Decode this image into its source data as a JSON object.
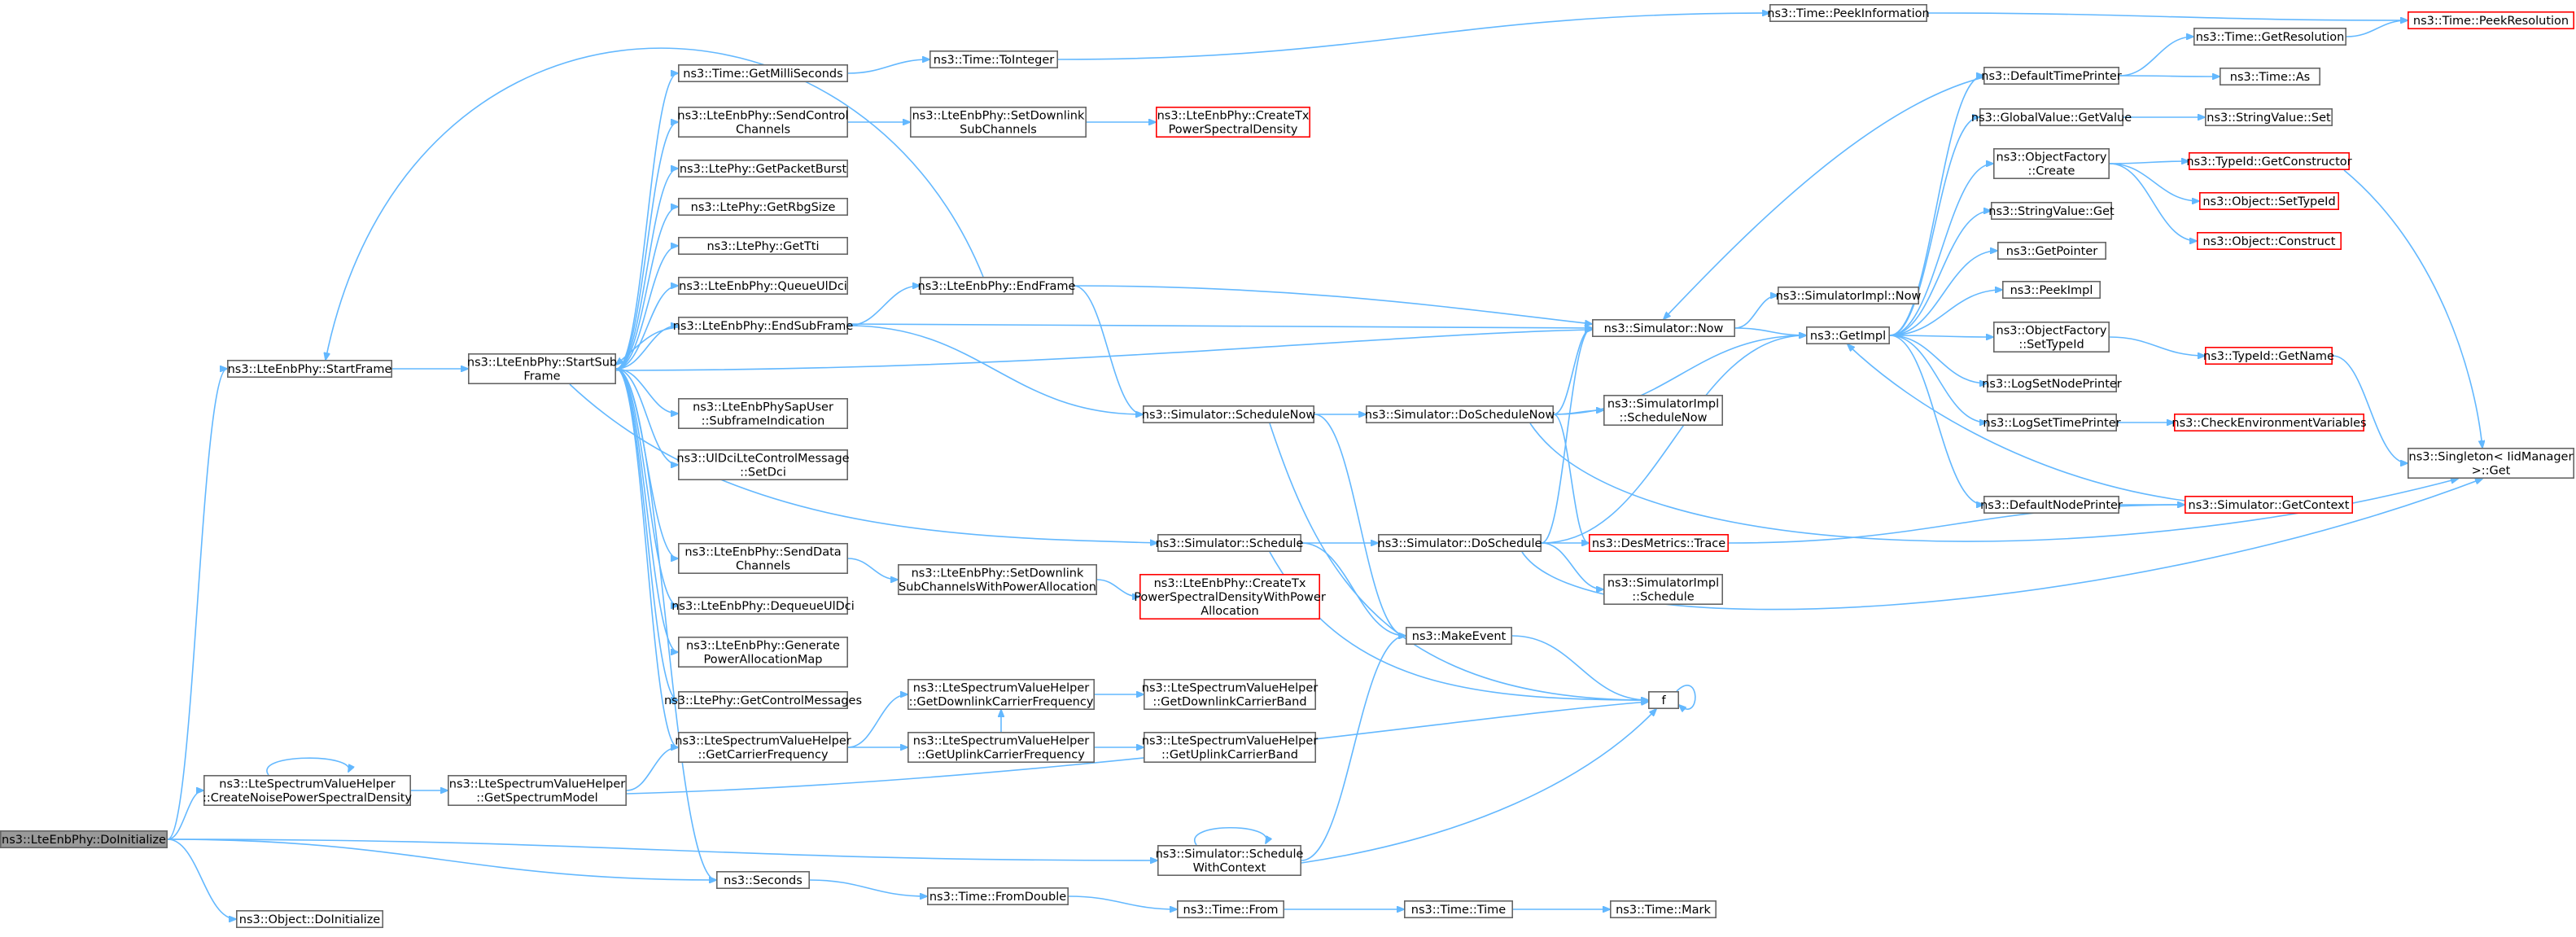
{
  "diagram": {
    "type": "call-graph",
    "edge_color": "#63b8ff",
    "node_border": "#666666",
    "root_fill": "#999999",
    "truncated_border": "#ff0000",
    "nodes": [
      {
        "id": "doinit",
        "lines": [
          "ns3::LteEnbPhy::DoInitialize"
        ],
        "style": "root"
      },
      {
        "id": "startframe",
        "lines": [
          "ns3::LteEnbPhy::StartFrame"
        ],
        "style": "normal"
      },
      {
        "id": "createnoise",
        "lines": [
          "ns3::LteSpectrumValueHelper",
          "::CreateNoisePowerSpectralDensity"
        ],
        "style": "normal"
      },
      {
        "id": "objdoinit",
        "lines": [
          "ns3::Object::DoInitialize"
        ],
        "style": "normal"
      },
      {
        "id": "startsub",
        "lines": [
          "ns3::LteEnbPhy::StartSub",
          "Frame"
        ],
        "style": "normal"
      },
      {
        "id": "getspectrum",
        "lines": [
          "ns3::LteSpectrumValueHelper",
          "::GetSpectrumModel"
        ],
        "style": "normal"
      },
      {
        "id": "getms",
        "lines": [
          "ns3::Time::GetMilliSeconds"
        ],
        "style": "normal"
      },
      {
        "id": "sendctrl",
        "lines": [
          "ns3::LteEnbPhy::SendControl",
          "Channels"
        ],
        "style": "normal"
      },
      {
        "id": "getpb",
        "lines": [
          "ns3::LtePhy::GetPacketBurst"
        ],
        "style": "normal"
      },
      {
        "id": "getrbg",
        "lines": [
          "ns3::LtePhy::GetRbgSize"
        ],
        "style": "normal"
      },
      {
        "id": "gettti",
        "lines": [
          "ns3::LtePhy::GetTti"
        ],
        "style": "normal"
      },
      {
        "id": "queueul",
        "lines": [
          "ns3::LteEnbPhy::QueueUlDci"
        ],
        "style": "normal"
      },
      {
        "id": "endsub",
        "lines": [
          "ns3::LteEnbPhy::EndSubFrame"
        ],
        "style": "normal"
      },
      {
        "id": "subind",
        "lines": [
          "ns3::LteEnbPhySapUser",
          "::SubframeIndication"
        ],
        "style": "normal"
      },
      {
        "id": "setdci",
        "lines": [
          "ns3::UlDciLteControlMessage",
          "::SetDci"
        ],
        "style": "normal"
      },
      {
        "id": "senddata",
        "lines": [
          "ns3::LteEnbPhy::SendData",
          "Channels"
        ],
        "style": "normal"
      },
      {
        "id": "dequeue",
        "lines": [
          "ns3::LteEnbPhy::DequeueUlDci"
        ],
        "style": "normal"
      },
      {
        "id": "genpower",
        "lines": [
          "ns3::LteEnbPhy::Generate",
          "PowerAllocationMap"
        ],
        "style": "normal"
      },
      {
        "id": "getctrlmsg",
        "lines": [
          "ns3::LtePhy::GetControlMessages"
        ],
        "style": "normal"
      },
      {
        "id": "getcarrier",
        "lines": [
          "ns3::LteSpectrumValueHelper",
          "::GetCarrierFrequency"
        ],
        "style": "normal"
      },
      {
        "id": "seconds",
        "lines": [
          "ns3::Seconds"
        ],
        "style": "normal"
      },
      {
        "id": "tointeger",
        "lines": [
          "ns3::Time::ToInteger"
        ],
        "style": "normal"
      },
      {
        "id": "setdlsub",
        "lines": [
          "ns3::LteEnbPhy::SetDownlink",
          "SubChannels"
        ],
        "style": "normal"
      },
      {
        "id": "endframe",
        "lines": [
          "ns3::LteEnbPhy::EndFrame"
        ],
        "style": "normal"
      },
      {
        "id": "schednow",
        "lines": [
          "ns3::Simulator::ScheduleNow"
        ],
        "style": "normal"
      },
      {
        "id": "schedule",
        "lines": [
          "ns3::Simulator::Schedule"
        ],
        "style": "normal"
      },
      {
        "id": "setdlsubpa",
        "lines": [
          "ns3::LteEnbPhy::SetDownlink",
          "SubChannelsWithPowerAllocation"
        ],
        "style": "normal"
      },
      {
        "id": "getdlcarrier",
        "lines": [
          "ns3::LteSpectrumValueHelper",
          "::GetDownlinkCarrierFrequency"
        ],
        "style": "normal"
      },
      {
        "id": "getulcarrier",
        "lines": [
          "ns3::LteSpectrumValueHelper",
          "::GetUplinkCarrierFrequency"
        ],
        "style": "normal"
      },
      {
        "id": "schedctx",
        "lines": [
          "ns3::Simulator::Schedule",
          "WithContext"
        ],
        "style": "normal"
      },
      {
        "id": "fromdouble",
        "lines": [
          "ns3::Time::FromDouble"
        ],
        "style": "normal"
      },
      {
        "id": "createtx",
        "lines": [
          "ns3::LteEnbPhy::CreateTx",
          "PowerSpectralDensity"
        ],
        "style": "red"
      },
      {
        "id": "createtxpa",
        "lines": [
          "ns3::LteEnbPhy::CreateTx",
          "PowerSpectralDensityWithPower",
          "Allocation"
        ],
        "style": "red"
      },
      {
        "id": "getdlband",
        "lines": [
          "ns3::LteSpectrumValueHelper",
          "::GetDownlinkCarrierBand"
        ],
        "style": "normal"
      },
      {
        "id": "getulband",
        "lines": [
          "ns3::LteSpectrumValueHelper",
          "::GetUplinkCarrierBand"
        ],
        "style": "normal"
      },
      {
        "id": "timefrom",
        "lines": [
          "ns3::Time::From"
        ],
        "style": "normal"
      },
      {
        "id": "dosched",
        "lines": [
          "ns3::Simulator::DoSchedule"
        ],
        "style": "normal"
      },
      {
        "id": "doschednow",
        "lines": [
          "ns3::Simulator::DoScheduleNow"
        ],
        "style": "normal"
      },
      {
        "id": "makeevent",
        "lines": [
          "ns3::MakeEvent"
        ],
        "style": "normal"
      },
      {
        "id": "timetime",
        "lines": [
          "ns3::Time::Time"
        ],
        "style": "normal"
      },
      {
        "id": "peekinfo",
        "lines": [
          "ns3::Time::PeekInformation"
        ],
        "style": "normal"
      },
      {
        "id": "simnow",
        "lines": [
          "ns3::Simulator::Now"
        ],
        "style": "normal"
      },
      {
        "id": "simimplsn",
        "lines": [
          "ns3::SimulatorImpl",
          "::ScheduleNow"
        ],
        "style": "normal"
      },
      {
        "id": "desmetrics",
        "lines": [
          "ns3::DesMetrics::Trace"
        ],
        "style": "red"
      },
      {
        "id": "simimplsched",
        "lines": [
          "ns3::SimulatorImpl",
          "::Schedule"
        ],
        "style": "normal"
      },
      {
        "id": "f",
        "lines": [
          "f"
        ],
        "style": "normal"
      },
      {
        "id": "timemark",
        "lines": [
          "ns3::Time::Mark"
        ],
        "style": "normal"
      },
      {
        "id": "simimplnow",
        "lines": [
          "ns3::SimulatorImpl::Now"
        ],
        "style": "normal"
      },
      {
        "id": "getimpl",
        "lines": [
          "ns3::GetImpl"
        ],
        "style": "normal"
      },
      {
        "id": "deftimeprinter",
        "lines": [
          "ns3::DefaultTimePrinter"
        ],
        "style": "normal"
      },
      {
        "id": "globalvalue",
        "lines": [
          "ns3::GlobalValue::GetValue"
        ],
        "style": "normal"
      },
      {
        "id": "objfactcreate",
        "lines": [
          "ns3::ObjectFactory",
          "::Create"
        ],
        "style": "normal"
      },
      {
        "id": "stringvalget",
        "lines": [
          "ns3::StringValue::Get"
        ],
        "style": "normal"
      },
      {
        "id": "getpointer",
        "lines": [
          "ns3::GetPointer"
        ],
        "style": "normal"
      },
      {
        "id": "peekimpl",
        "lines": [
          "ns3::PeekImpl"
        ],
        "style": "normal"
      },
      {
        "id": "objfactsettype",
        "lines": [
          "ns3::ObjectFactory",
          "::SetTypeId"
        ],
        "style": "normal"
      },
      {
        "id": "logsetnode",
        "lines": [
          "ns3::LogSetNodePrinter"
        ],
        "style": "normal"
      },
      {
        "id": "logsettime",
        "lines": [
          "ns3::LogSetTimePrinter"
        ],
        "style": "normal"
      },
      {
        "id": "defnodeprinter",
        "lines": [
          "ns3::DefaultNodePrinter"
        ],
        "style": "normal"
      },
      {
        "id": "getres",
        "lines": [
          "ns3::Time::GetResolution"
        ],
        "style": "normal"
      },
      {
        "id": "timeas",
        "lines": [
          "ns3::Time::As"
        ],
        "style": "normal"
      },
      {
        "id": "stringvalset",
        "lines": [
          "ns3::StringValue::Set"
        ],
        "style": "normal"
      },
      {
        "id": "typeidgetctor",
        "lines": [
          "ns3::TypeId::GetConstructor"
        ],
        "style": "red"
      },
      {
        "id": "objsettypeid",
        "lines": [
          "ns3::Object::SetTypeId"
        ],
        "style": "red"
      },
      {
        "id": "objconstruct",
        "lines": [
          "ns3::Object::Construct"
        ],
        "style": "red"
      },
      {
        "id": "typeidgetname",
        "lines": [
          "ns3::TypeId::GetName"
        ],
        "style": "red"
      },
      {
        "id": "checkenv",
        "lines": [
          "ns3::CheckEnvironmentVariables"
        ],
        "style": "red"
      },
      {
        "id": "simgetctx",
        "lines": [
          "ns3::Simulator::GetContext"
        ],
        "style": "red"
      },
      {
        "id": "peekres",
        "lines": [
          "ns3::Time::PeekResolution"
        ],
        "style": "red"
      },
      {
        "id": "singleton",
        "lines": [
          "ns3::Singleton< IidManager",
          ">::Get"
        ],
        "style": "normal"
      }
    ]
  }
}
